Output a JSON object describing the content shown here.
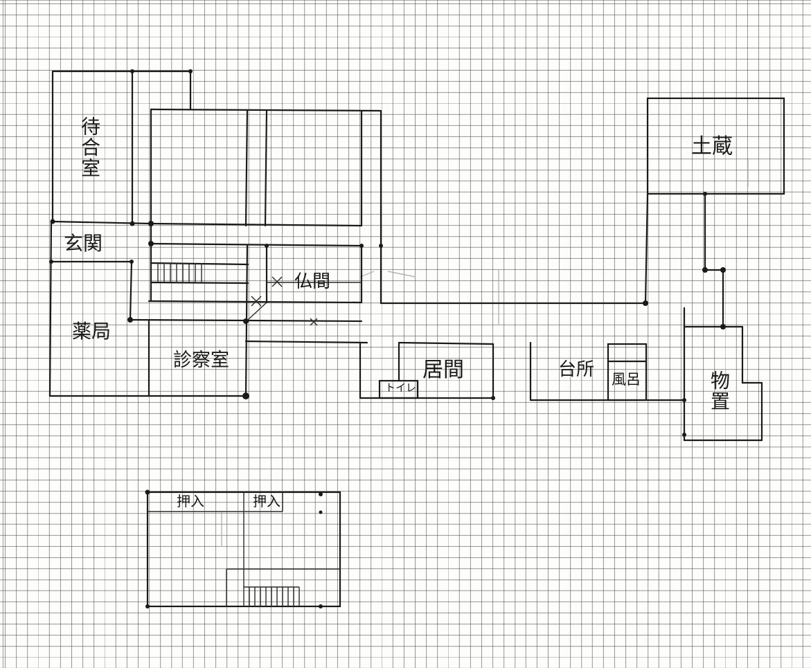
{
  "rooms": {
    "waiting_room": "待合室",
    "entrance": "玄関",
    "pharmacy": "薬局",
    "butsuma": "仏間",
    "exam_room": "診察室",
    "living_room": "居間",
    "toilet": "トイレ",
    "kitchen": "台所",
    "bath": "風呂",
    "dozo": "土蔵",
    "storage": "物置",
    "closet_1": "押入",
    "closet_2": "押入"
  },
  "colors": {
    "ink": "#1a1a1a",
    "grid": "#464646",
    "paper": "#fdfdfb"
  }
}
